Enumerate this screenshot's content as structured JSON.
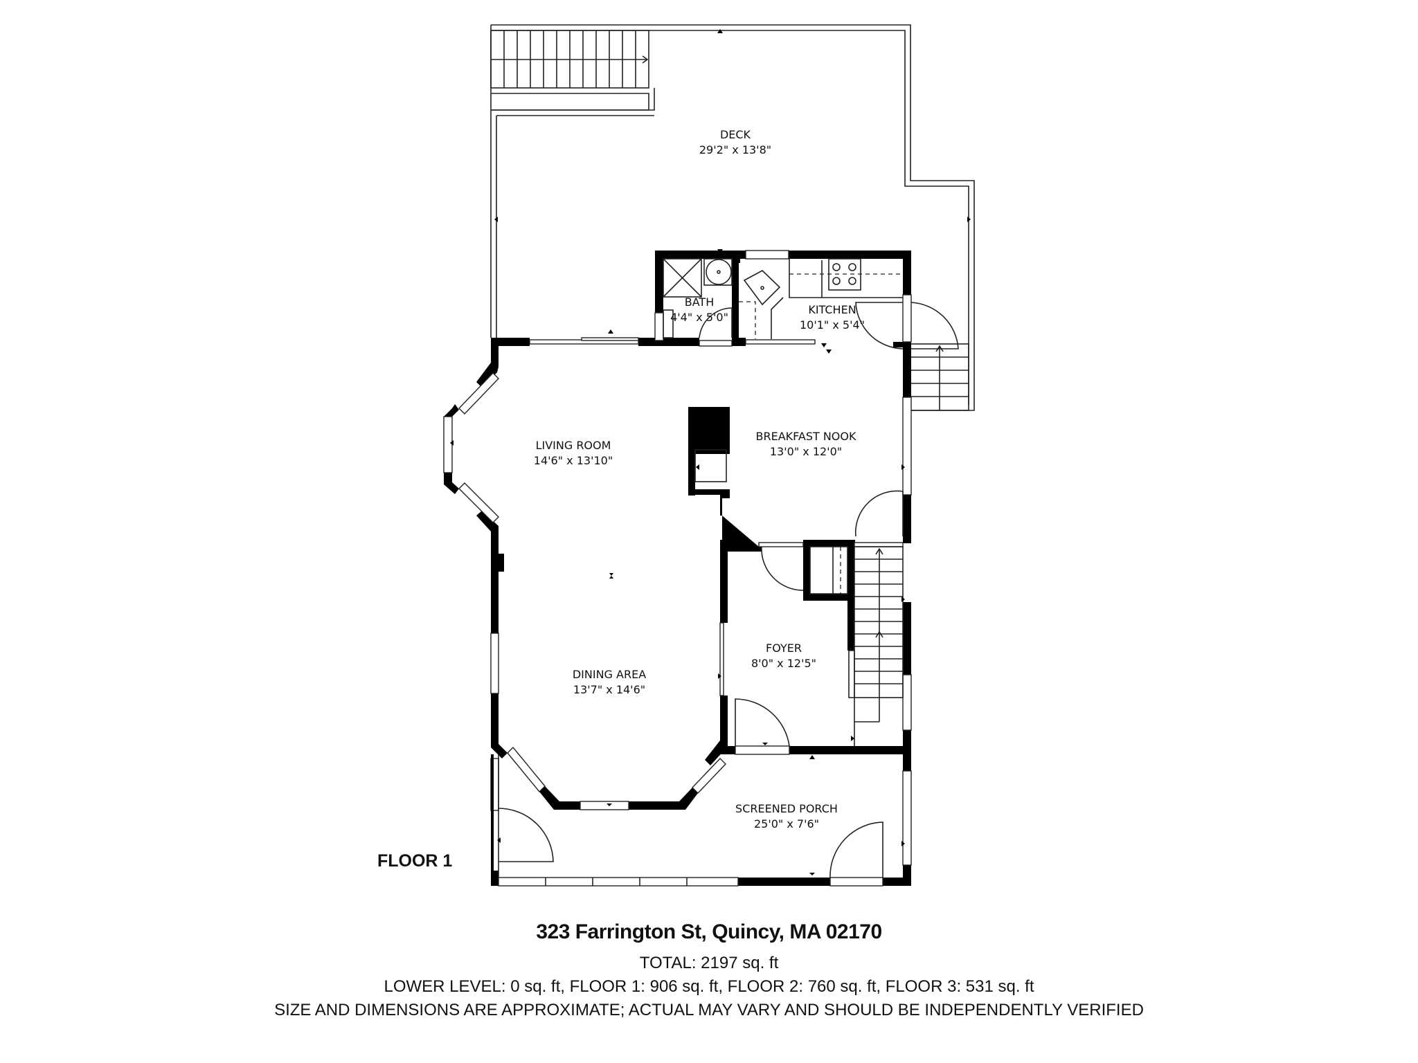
{
  "floor_label": "FLOOR 1",
  "rooms": [
    {
      "name": "DECK",
      "dims": "29'2\" x 13'8\""
    },
    {
      "name": "BATH",
      "dims": "4'4\" x 5'0\""
    },
    {
      "name": "KITCHEN",
      "dims": "10'1\" x 5'4\""
    },
    {
      "name": "LIVING ROOM",
      "dims": "14'6\" x 13'10\""
    },
    {
      "name": "BREAKFAST NOOK",
      "dims": "13'0\" x 12'0\""
    },
    {
      "name": "FOYER",
      "dims": "8'0\" x 12'5\""
    },
    {
      "name": "DINING AREA",
      "dims": "13'7\" x 14'6\""
    },
    {
      "name": "SCREENED PORCH",
      "dims": "25'0\" x 7'6\""
    }
  ],
  "footer": {
    "address": "323 Farrington St, Quincy, MA 02170",
    "total": "TOTAL:  2197 sq. ft",
    "levels": "LOWER LEVEL: 0 sq. ft, FLOOR 1:  906 sq. ft, FLOOR 2: 760 sq. ft, FLOOR 3: 531 sq. ft",
    "disclaimer": "SIZE AND DIMENSIONS ARE APPROXIMATE; ACTUAL MAY VARY AND SHOULD BE INDEPENDENTLY VERIFIED"
  }
}
